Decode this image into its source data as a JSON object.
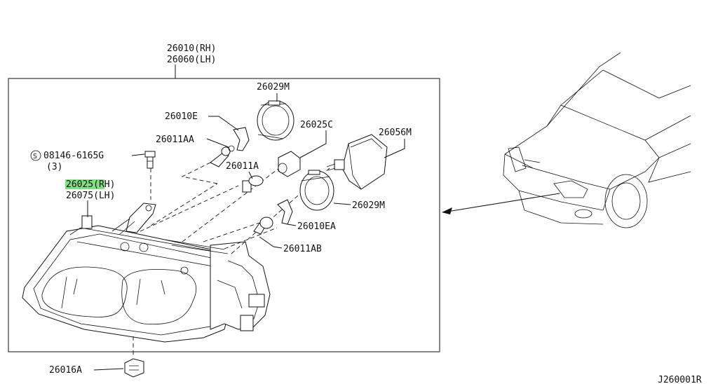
{
  "labels": {
    "assy_rh": "26010(RH)",
    "assy_lh": "26060(LH)",
    "p26029m_top": "26029M",
    "p26010e": "26010E",
    "p26025c": "26025C",
    "p26056m": "26056M",
    "p26011aa": "26011AA",
    "bolt": "08146-6165G",
    "bolt_qty": "(3)",
    "p26011a": "26011A",
    "p26025_rh": "26025(RH)",
    "p26075_lh": "26075(LH)",
    "p26029m_bottom": "26029M",
    "p26010ea": "26010EA",
    "p26011ab": "26011AB",
    "p26016a": "26016A",
    "diagram_id": "J260001R"
  },
  "icons": {
    "bolt_symbol": "S"
  },
  "colors": {
    "highlight": "#7fe07f",
    "line": "#111111"
  }
}
